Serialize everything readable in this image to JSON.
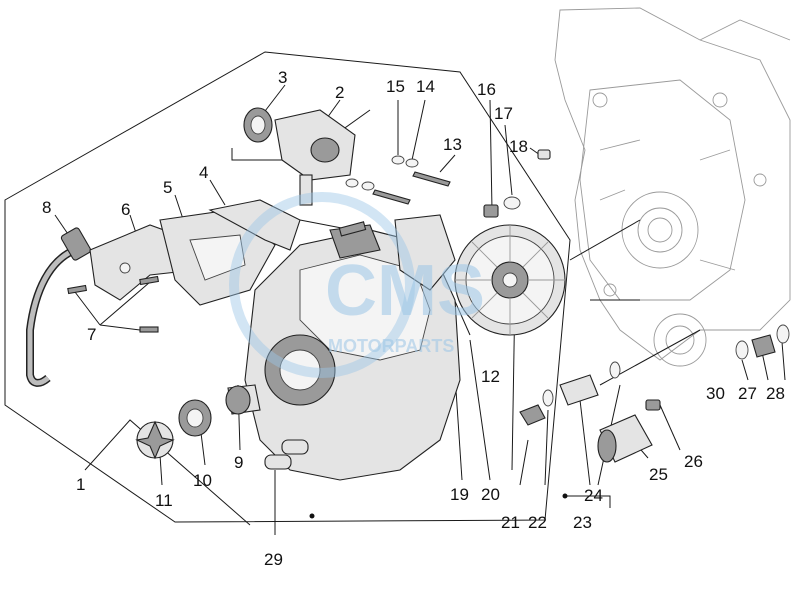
{
  "labels": {
    "l1": "1",
    "l2": "2",
    "l3": "3",
    "l4": "4",
    "l5": "5",
    "l6": "6",
    "l7": "7",
    "l8": "8",
    "l9": "9",
    "l10": "10",
    "l11": "11",
    "l12": "12",
    "l13": "13",
    "l14": "14",
    "l15": "15",
    "l16": "16",
    "l17": "17",
    "l18": "18",
    "l19": "19",
    "l20": "20",
    "l21": "21",
    "l22": "22",
    "l23": "23",
    "l24": "24",
    "l25": "25",
    "l26": "26",
    "l27": "27",
    "l28": "28",
    "l29": "29",
    "l30": "30"
  },
  "watermark": {
    "logo": "CMS",
    "text": "MOTORPARTS"
  },
  "colors": {
    "watermark": "#9cc6e6",
    "line": "#1a1a1a",
    "part_fill": "#e4e4e4"
  }
}
